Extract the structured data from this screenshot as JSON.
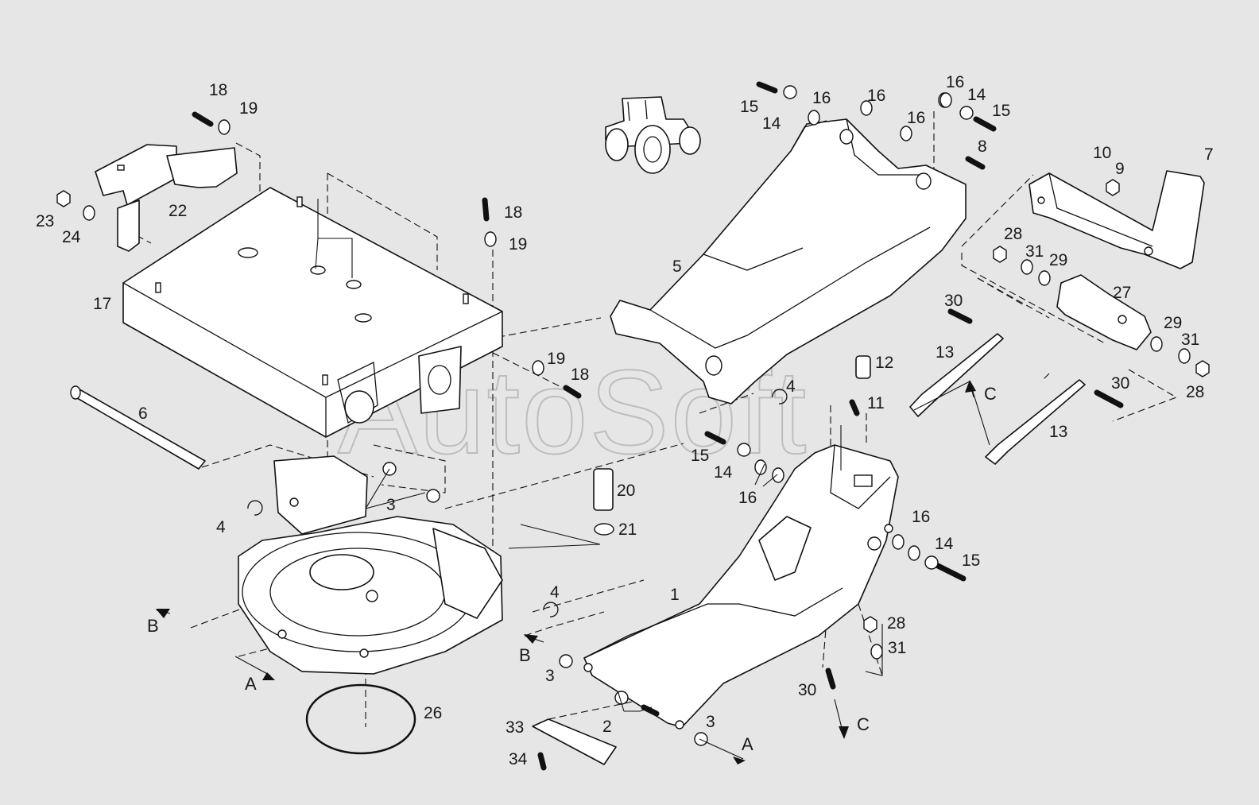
{
  "watermark": "AutoSoft",
  "parts": [
    {
      "id": "p1",
      "num": "1"
    },
    {
      "id": "p2",
      "num": "2"
    },
    {
      "id": "p3a",
      "num": "3"
    },
    {
      "id": "p3b",
      "num": "3"
    },
    {
      "id": "p3c",
      "num": "3"
    },
    {
      "id": "p4a",
      "num": "4"
    },
    {
      "id": "p4b",
      "num": "4"
    },
    {
      "id": "p4c",
      "num": "4"
    },
    {
      "id": "p5",
      "num": "5"
    },
    {
      "id": "p6",
      "num": "6"
    },
    {
      "id": "p7",
      "num": "7"
    },
    {
      "id": "p8",
      "num": "8"
    },
    {
      "id": "p9",
      "num": "9"
    },
    {
      "id": "p10",
      "num": "10"
    },
    {
      "id": "p11",
      "num": "11"
    },
    {
      "id": "p12",
      "num": "12"
    },
    {
      "id": "p13a",
      "num": "13"
    },
    {
      "id": "p13b",
      "num": "13"
    },
    {
      "id": "p14a",
      "num": "14"
    },
    {
      "id": "p14b",
      "num": "14"
    },
    {
      "id": "p14c",
      "num": "14"
    },
    {
      "id": "p14d",
      "num": "14"
    },
    {
      "id": "p15a",
      "num": "15"
    },
    {
      "id": "p15b",
      "num": "15"
    },
    {
      "id": "p15c",
      "num": "15"
    },
    {
      "id": "p15d",
      "num": "15"
    },
    {
      "id": "p16a",
      "num": "16"
    },
    {
      "id": "p16b",
      "num": "16"
    },
    {
      "id": "p16c",
      "num": "16"
    },
    {
      "id": "p16d",
      "num": "16"
    },
    {
      "id": "p16e",
      "num": "16"
    },
    {
      "id": "p16f",
      "num": "16"
    },
    {
      "id": "p17",
      "num": "17"
    },
    {
      "id": "p18a",
      "num": "18"
    },
    {
      "id": "p18b",
      "num": "18"
    },
    {
      "id": "p18c",
      "num": "18"
    },
    {
      "id": "p19a",
      "num": "19"
    },
    {
      "id": "p19b",
      "num": "19"
    },
    {
      "id": "p19c",
      "num": "19"
    },
    {
      "id": "p20",
      "num": "20"
    },
    {
      "id": "p21",
      "num": "21"
    },
    {
      "id": "p22",
      "num": "22"
    },
    {
      "id": "p23",
      "num": "23"
    },
    {
      "id": "p24",
      "num": "24"
    },
    {
      "id": "p26",
      "num": "26"
    },
    {
      "id": "p27",
      "num": "27"
    },
    {
      "id": "p28a",
      "num": "28"
    },
    {
      "id": "p28b",
      "num": "28"
    },
    {
      "id": "p28c",
      "num": "28"
    },
    {
      "id": "p29a",
      "num": "29"
    },
    {
      "id": "p29b",
      "num": "29"
    },
    {
      "id": "p30a",
      "num": "30"
    },
    {
      "id": "p30b",
      "num": "30"
    },
    {
      "id": "p30c",
      "num": "30"
    },
    {
      "id": "p31a",
      "num": "31"
    },
    {
      "id": "p31b",
      "num": "31"
    },
    {
      "id": "p31c",
      "num": "31"
    },
    {
      "id": "p33",
      "num": "33"
    },
    {
      "id": "p34",
      "num": "34"
    }
  ],
  "view_arrows": [
    {
      "id": "a1",
      "letter": "A"
    },
    {
      "id": "a2",
      "letter": "A"
    },
    {
      "id": "b1",
      "letter": "B"
    },
    {
      "id": "b2",
      "letter": "B"
    },
    {
      "id": "c1",
      "letter": "C"
    },
    {
      "id": "c2",
      "letter": "C"
    }
  ]
}
